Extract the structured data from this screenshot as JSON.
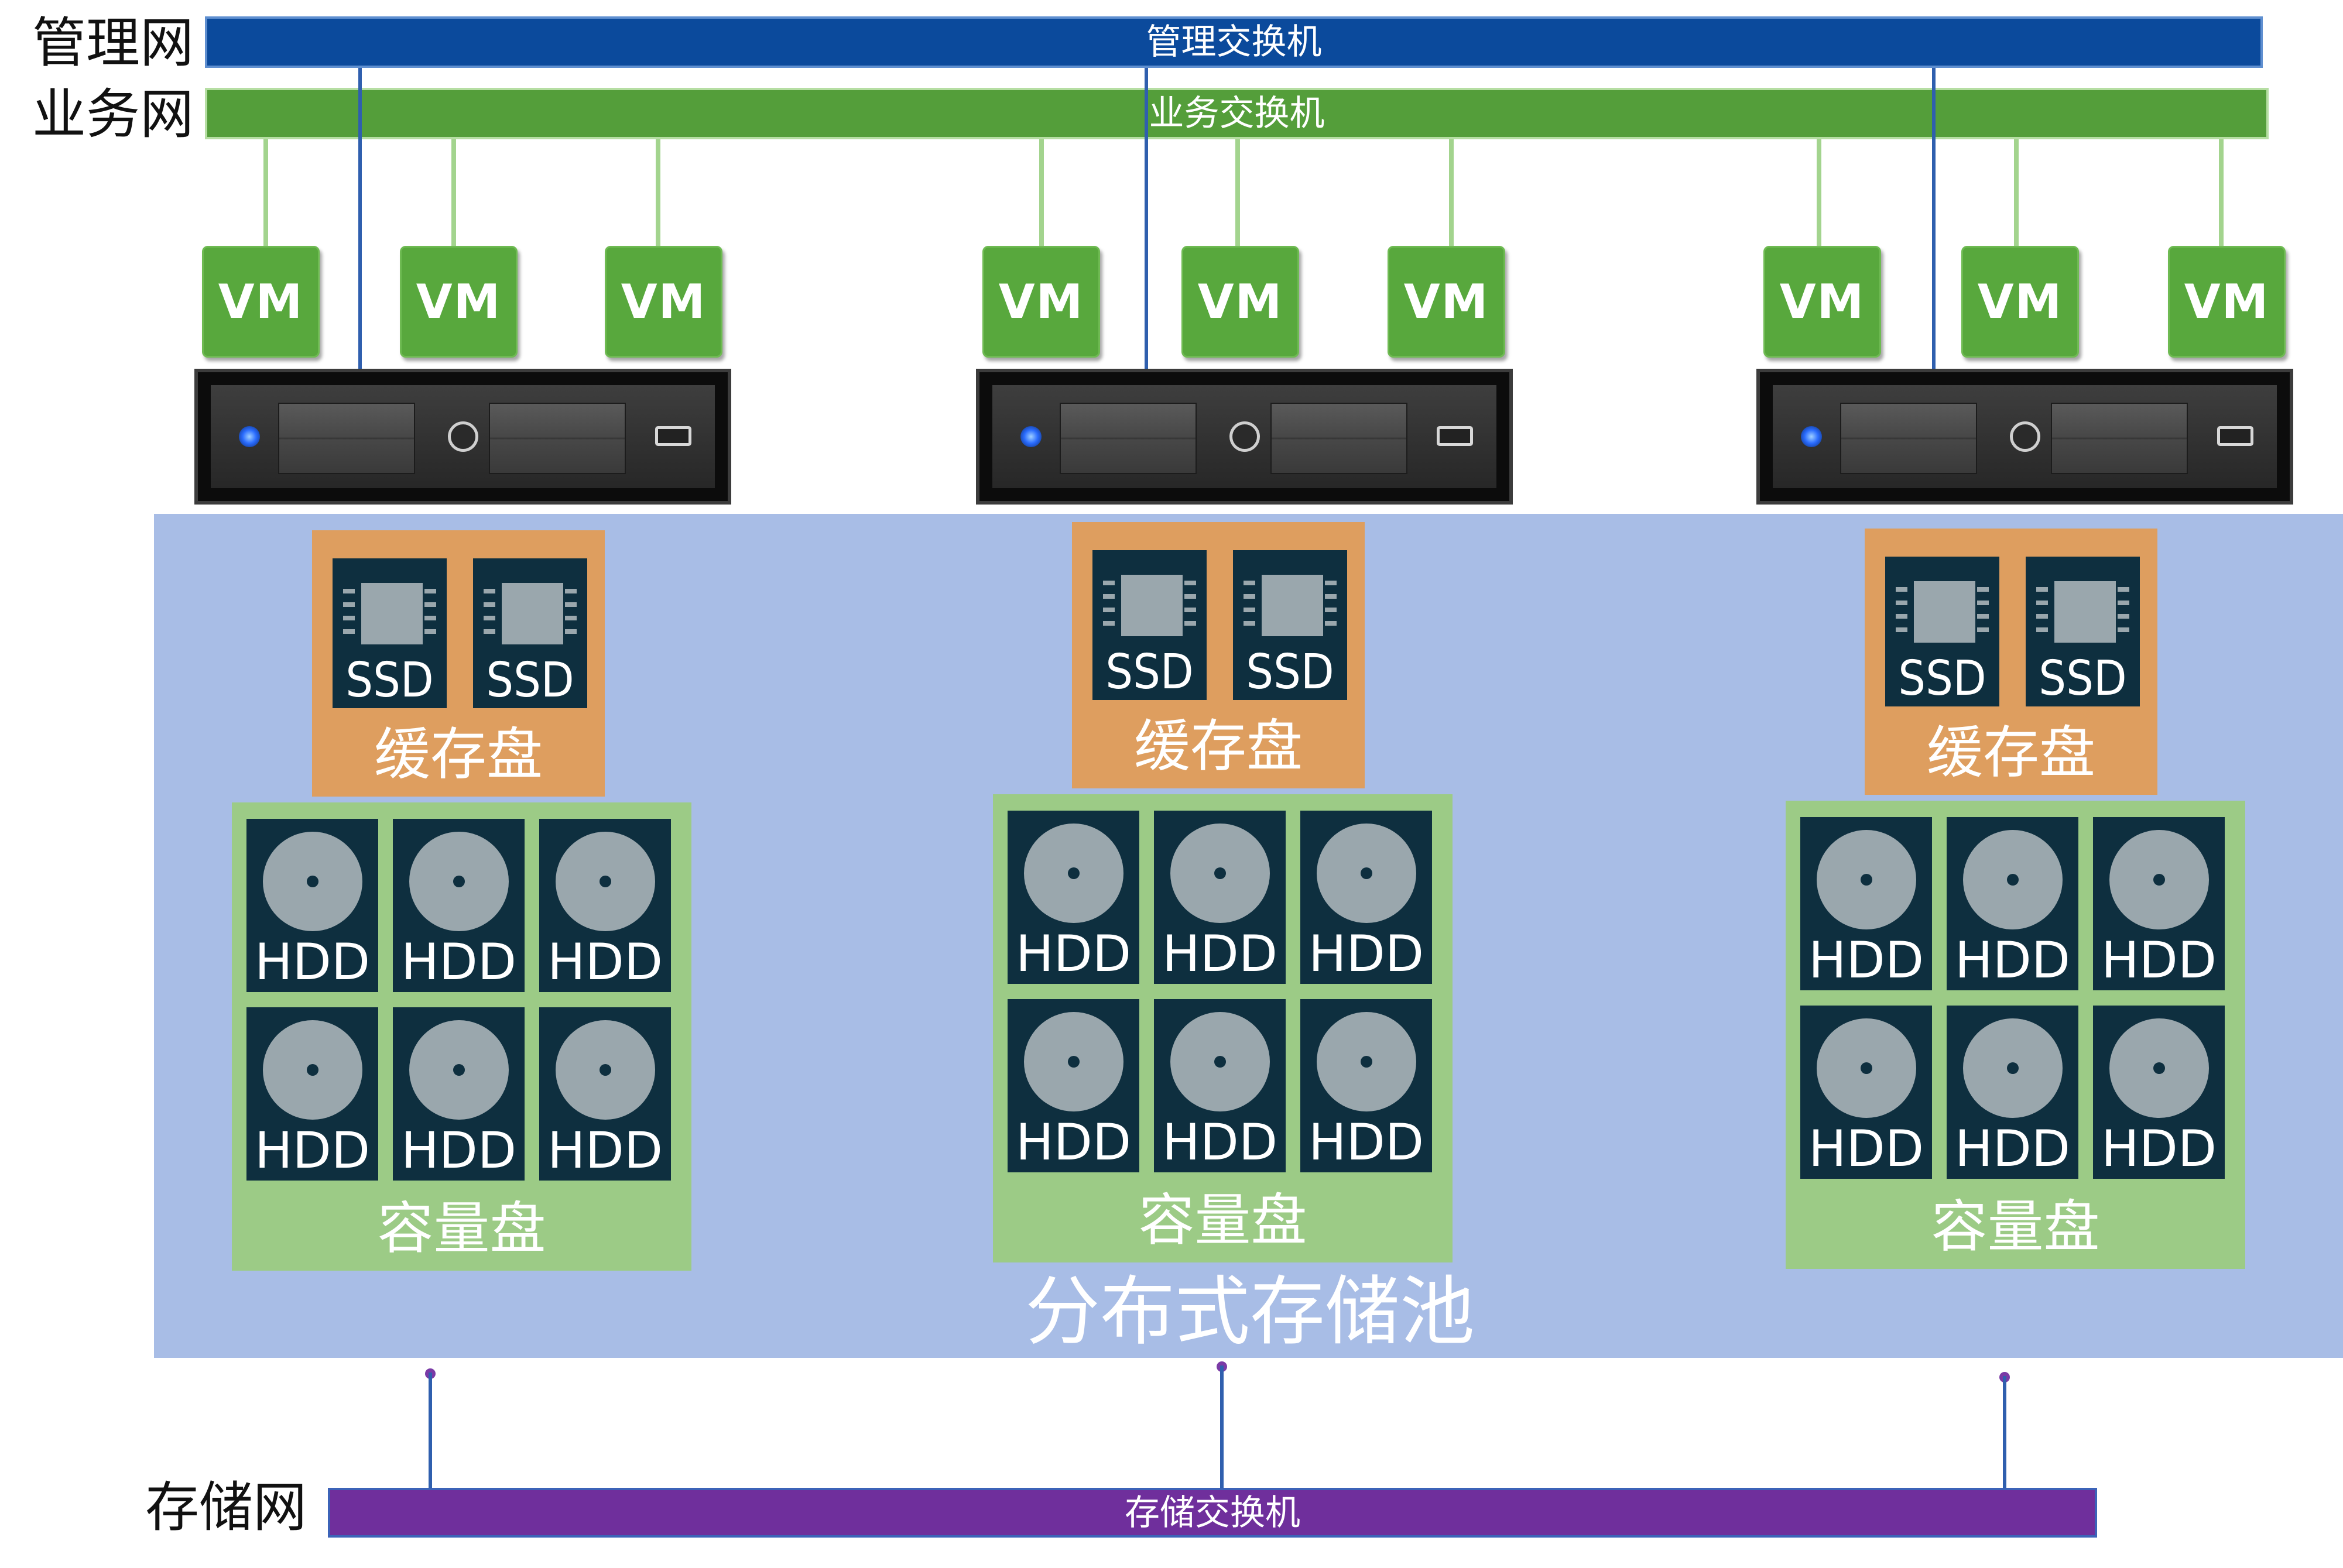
{
  "networks": {
    "management": {
      "label": "管理网",
      "switch": "管理交换机"
    },
    "business": {
      "label": "业务网",
      "switch": "业务交换机"
    },
    "storage": {
      "label": "存储网",
      "switch": "存储交换机"
    }
  },
  "vm_label": "VM",
  "pool": {
    "label": "分布式存储池",
    "nodes": [
      {
        "cache": {
          "label": "缓存盘",
          "disks": [
            "SSD",
            "SSD"
          ]
        },
        "capacity": {
          "label": "容量盘",
          "disks": [
            "HDD",
            "HDD",
            "HDD",
            "HDD",
            "HDD",
            "HDD"
          ]
        }
      },
      {
        "cache": {
          "label": "缓存盘",
          "disks": [
            "SSD",
            "SSD"
          ]
        },
        "capacity": {
          "label": "容量盘",
          "disks": [
            "HDD",
            "HDD",
            "HDD",
            "HDD",
            "HDD",
            "HDD"
          ]
        }
      },
      {
        "cache": {
          "label": "缓存盘",
          "disks": [
            "SSD",
            "SSD"
          ]
        },
        "capacity": {
          "label": "容量盘",
          "disks": [
            "HDD",
            "HDD",
            "HDD",
            "HDD",
            "HDD",
            "HDD"
          ]
        }
      }
    ]
  },
  "colors": {
    "management": "#0b4a9c",
    "business": "#549e3a",
    "storage": "#6f2f9c",
    "vm": "#58a83d",
    "pool": "#a8bde6",
    "cache": "#de9e5f",
    "capacity": "#9ccb86",
    "disk": "#0e2f3f"
  }
}
